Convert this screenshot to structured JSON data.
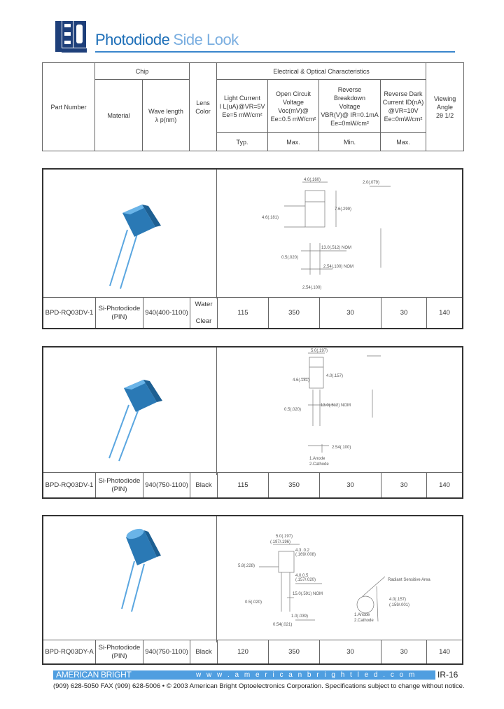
{
  "header": {
    "logo_text": "LED",
    "title_main": "Photodiode",
    "title_sub": "Side Look"
  },
  "spec_table": {
    "part_number": "Part Number",
    "chip": "Chip",
    "material": "Material",
    "wavelength": "Wave length",
    "wavelength_unit": "λ p(nm)",
    "lens_color": "Lens Color",
    "electrical_optical": "Electrical & Optical Characteristics",
    "light_current": [
      "Light Current",
      "I L(uA)@VR=5V",
      "Ee=5 mW/cm²"
    ],
    "open_circuit": [
      "Open Circuit",
      "Voltage",
      "Voc(mV)@",
      "Ee=0.5 mW/cm²"
    ],
    "reverse_breakdown": [
      "Reverse",
      "Breakdown",
      "Voltage",
      "VBR(V)@ IR=0.1mA",
      "Ee=0mW/cm²"
    ],
    "reverse_dark": [
      "Reverse Dark",
      "Current ID(nA)",
      "@VR=10V",
      "Ee=0mW/cm²"
    ],
    "viewing_angle": [
      "Viewing",
      "Angle",
      "2θ 1/2"
    ],
    "typ": "Typ.",
    "max1": "Max.",
    "min": "Min.",
    "max2": "Max."
  },
  "products": [
    {
      "part": "BPD-RQ03DV-1",
      "material": [
        "Si-Photodiode",
        "(PIN)"
      ],
      "wavelength": "940(400-1100)",
      "lens": [
        "Water",
        "Clear"
      ],
      "light_current": "115",
      "open_circuit": "350",
      "breakdown": "30",
      "dark_current": "30",
      "angle": "140",
      "body_color": "#3b8fc9"
    },
    {
      "part": "BPD-RQ03DV-1",
      "material": [
        "Si-Photodiode",
        "(PIN)"
      ],
      "wavelength": "940(750-1100)",
      "lens": [
        "Black"
      ],
      "light_current": "115",
      "open_circuit": "350",
      "breakdown": "30",
      "dark_current": "30",
      "angle": "140",
      "body_color": "#3b8fc9",
      "pin_labels": [
        "1.Anode",
        "2.Cathode"
      ]
    },
    {
      "part": "BPD-RQ03DY-A",
      "material": [
        "Si-Photodiode",
        "(PIN)"
      ],
      "wavelength": "940(750-1100)",
      "lens": [
        "Black"
      ],
      "light_current": "120",
      "open_circuit": "350",
      "breakdown": "30",
      "dark_current": "30",
      "angle": "140",
      "body_color": "#2f86c4",
      "dims": [
        "5.0(.197)",
        "(.197/.196)",
        "4.3 .0.2",
        "(.169/.008)",
        "4.0.0.5",
        "(.157/.020)",
        "15.0(.591) NOM",
        "0.54(.021)",
        "Radiant Sensitive Area",
        "1.Anode",
        "2.Cathode",
        "4.0(.157)",
        "(.159/.001)"
      ]
    }
  ],
  "footer": {
    "company": "AMERICAN BRIGHT",
    "url": "w w w . a m e r i c a n b r i g h t l e d . c o m",
    "page": "IR-16",
    "contact": "(909) 628-5050  FAX (909) 628-5006 • © 2003 American Bright Optoelectronics Corporation. Specifications subject to change without notice."
  },
  "colors": {
    "brand_blue": "#1e6fb8",
    "light_blue": "#7aaee0",
    "footer_blue": "#4f9ee0"
  }
}
